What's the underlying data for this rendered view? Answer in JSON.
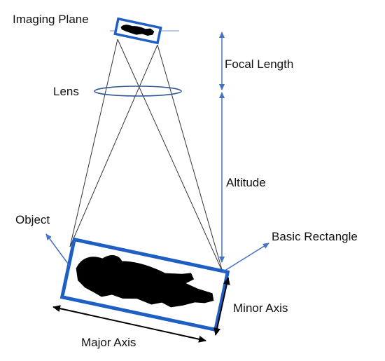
{
  "labels": {
    "imaging_plane": "Imaging Plane",
    "lens": "Lens",
    "focal_length": "Focal Length",
    "altitude": "Altitude",
    "object": "Object",
    "basic_rectangle": "Basic Rectangle",
    "major_axis": "Major Axis",
    "minor_axis": "Minor Axis"
  },
  "icons": {
    "object_silhouette": "lying-person-silhouette",
    "image_silhouette": "lying-person-silhouette-small"
  },
  "colors": {
    "rectangle": "#1f5fc4",
    "arrow": "#4472c4",
    "lens": "#2f5597",
    "ray": "#333333",
    "silhouette": "#000000",
    "axis_arrow": "#000000"
  }
}
